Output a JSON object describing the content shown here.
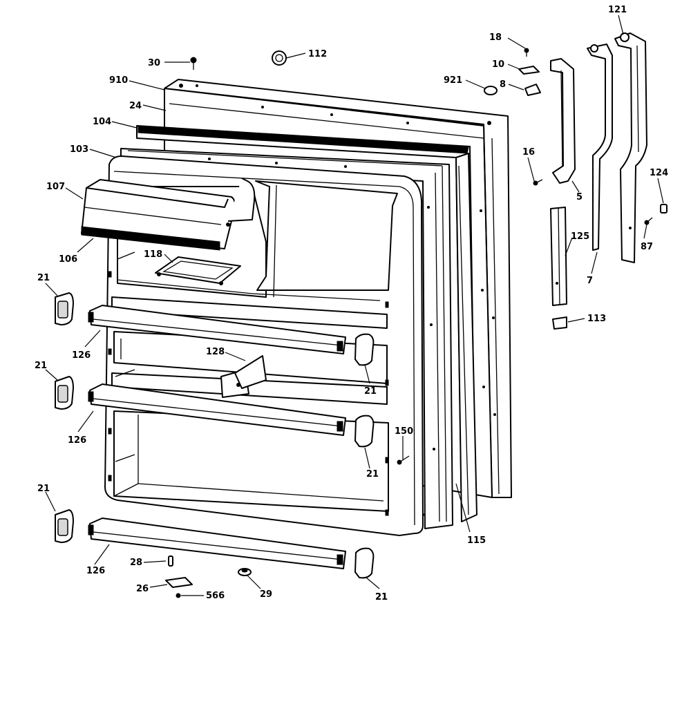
{
  "diagram": {
    "callouts": [
      {
        "id": "c18",
        "text": "18"
      },
      {
        "id": "c121",
        "text": "121"
      },
      {
        "id": "c30",
        "text": "30"
      },
      {
        "id": "c112",
        "text": "112"
      },
      {
        "id": "c10",
        "text": "10"
      },
      {
        "id": "c910",
        "text": "910"
      },
      {
        "id": "c921",
        "text": "921"
      },
      {
        "id": "c8",
        "text": "8"
      },
      {
        "id": "c24",
        "text": "24"
      },
      {
        "id": "c104",
        "text": "104"
      },
      {
        "id": "c16",
        "text": "16"
      },
      {
        "id": "c103",
        "text": "103"
      },
      {
        "id": "c124",
        "text": "124"
      },
      {
        "id": "c107",
        "text": "107"
      },
      {
        "id": "c5",
        "text": "5"
      },
      {
        "id": "c125",
        "text": "125"
      },
      {
        "id": "c87",
        "text": "87"
      },
      {
        "id": "c106",
        "text": "106"
      },
      {
        "id": "c118",
        "text": "118"
      },
      {
        "id": "c7",
        "text": "7"
      },
      {
        "id": "c21a",
        "text": "21"
      },
      {
        "id": "c113",
        "text": "113"
      },
      {
        "id": "c126a",
        "text": "126"
      },
      {
        "id": "c128",
        "text": "128"
      },
      {
        "id": "c21b",
        "text": "21"
      },
      {
        "id": "c21c",
        "text": "21"
      },
      {
        "id": "c21d",
        "text": "21"
      },
      {
        "id": "c150",
        "text": "150"
      },
      {
        "id": "c126b",
        "text": "126"
      },
      {
        "id": "c21e",
        "text": "21"
      },
      {
        "id": "c21f",
        "text": "21"
      },
      {
        "id": "c115",
        "text": "115"
      },
      {
        "id": "c28",
        "text": "28"
      },
      {
        "id": "c126c",
        "text": "126"
      },
      {
        "id": "c26",
        "text": "26"
      },
      {
        "id": "c29",
        "text": "29"
      },
      {
        "id": "c21g",
        "text": "21"
      },
      {
        "id": "c566",
        "text": "566"
      }
    ]
  }
}
